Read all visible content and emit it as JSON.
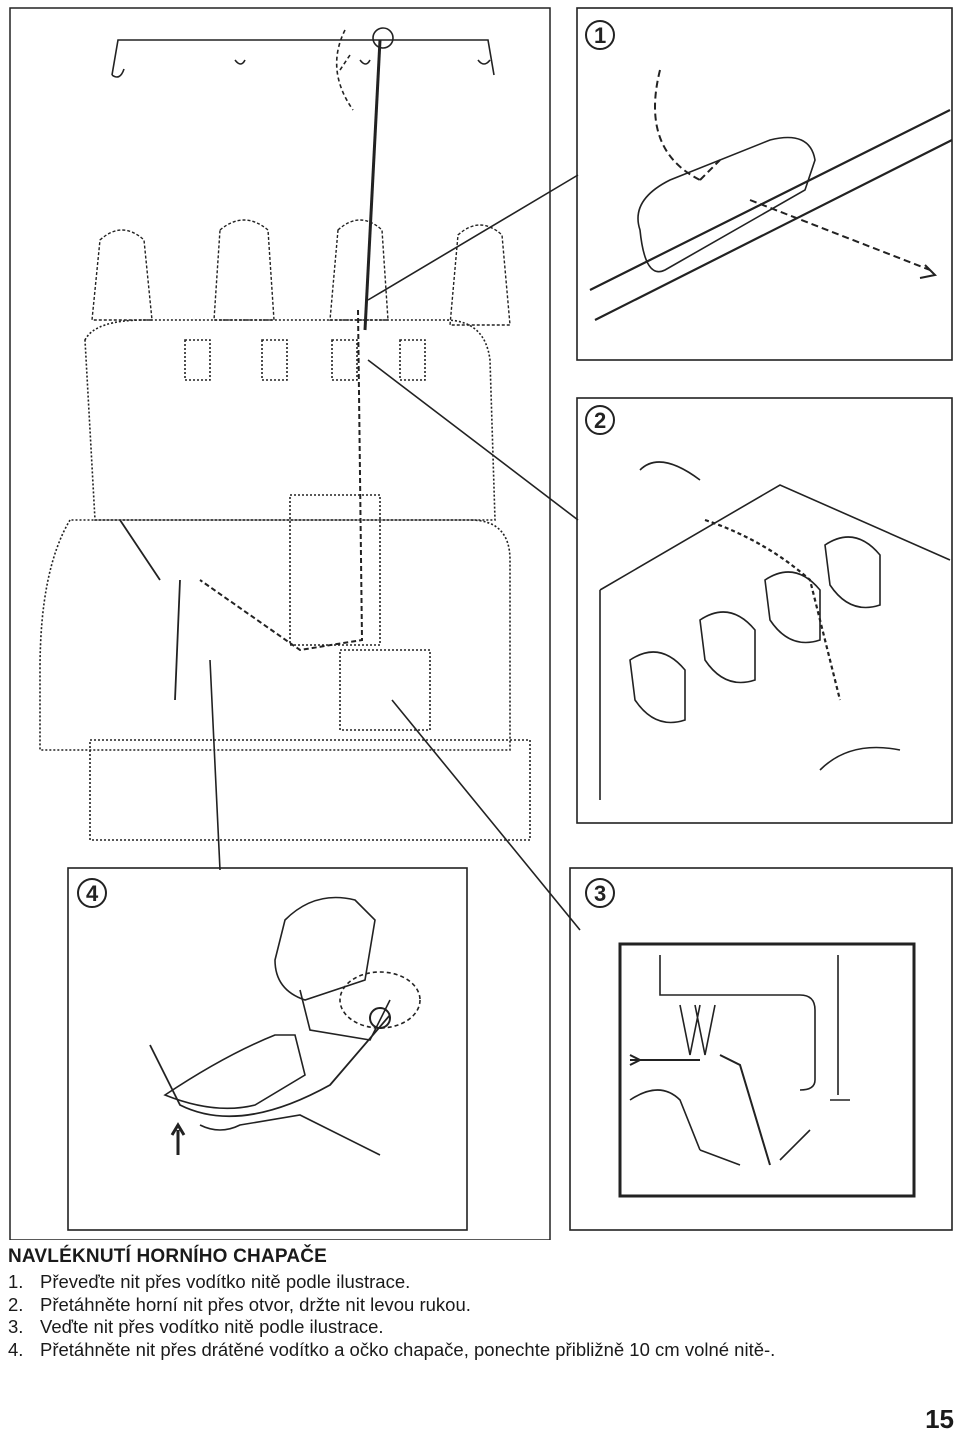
{
  "figure": {
    "panel_labels": [
      "1",
      "2",
      "3",
      "4"
    ]
  },
  "instructions": {
    "heading": "NAVLÉKNUTÍ HORNÍHO CHAPAČE",
    "steps": [
      {
        "number": "1.",
        "text": "Převeďte nit přes vodítko nitě podle ilustrace."
      },
      {
        "number": "2.",
        "text": "Přetáhněte horní nit přes otvor, držte nit levou rukou."
      },
      {
        "number": "3.",
        "text": "Veďte nit přes vodítko nitě podle ilustrace."
      },
      {
        "number": "4.",
        "text": "Přetáhněte nit přes drátěné vodítko a očko chapače, ponechte přibližně 10 cm volné nitě-."
      }
    ]
  },
  "page_number": "15"
}
